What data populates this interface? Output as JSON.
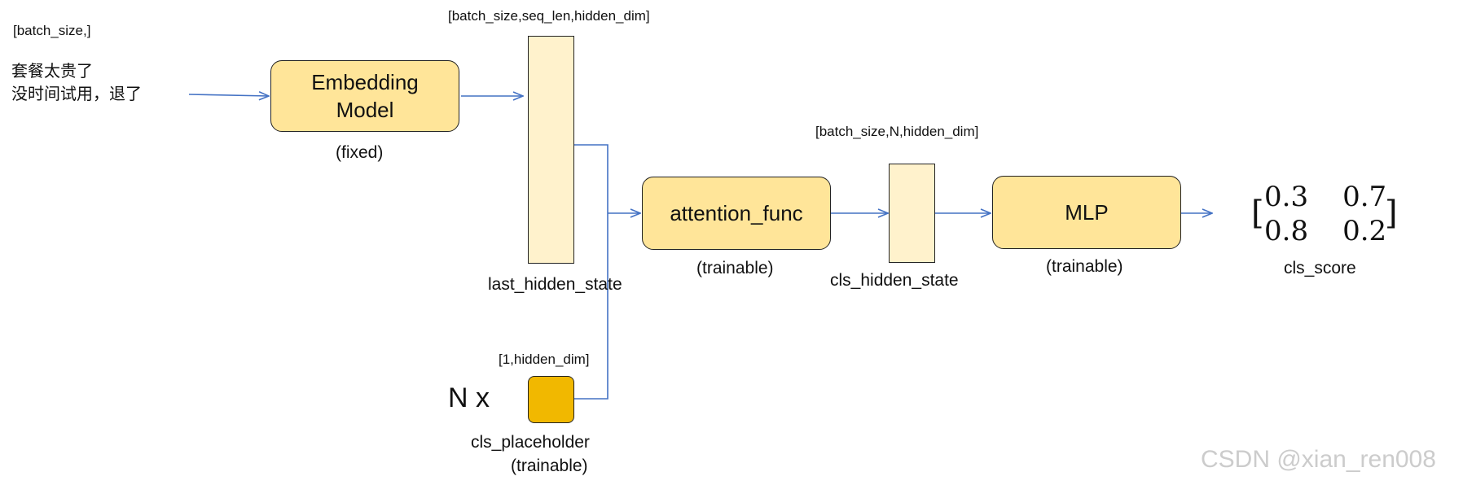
{
  "input": {
    "shape": "[batch_size,]",
    "lines": [
      "套餐太贵了",
      "没时间试用，退了"
    ]
  },
  "embedding": {
    "title_line1": "Embedding",
    "title_line2": "Model",
    "note": "(fixed)"
  },
  "last_hidden": {
    "shape": "[batch_size,seq_len,hidden_dim]",
    "label": "last_hidden_state"
  },
  "cls_placeholder": {
    "prefix": "N x",
    "shape": "[1,hidden_dim]",
    "label": "cls_placeholder",
    "note": "(trainable)"
  },
  "attention": {
    "title": "attention_func",
    "note": "(trainable)"
  },
  "cls_hidden": {
    "shape": "[batch_size,N,hidden_dim]",
    "label": "cls_hidden_state"
  },
  "mlp": {
    "title": "MLP",
    "note": "(trainable)"
  },
  "cls_score": {
    "label": "cls_score",
    "row1": [
      "0.3",
      "0.7"
    ],
    "row2": [
      "0.8",
      "0.2"
    ]
  },
  "watermark": "CSDN @xian_ren008",
  "colors": {
    "arrow": "#4472c4",
    "box_fill": "#ffe599",
    "tensor_fill": "#fff2cc",
    "placeholder_fill": "#f1b800"
  }
}
